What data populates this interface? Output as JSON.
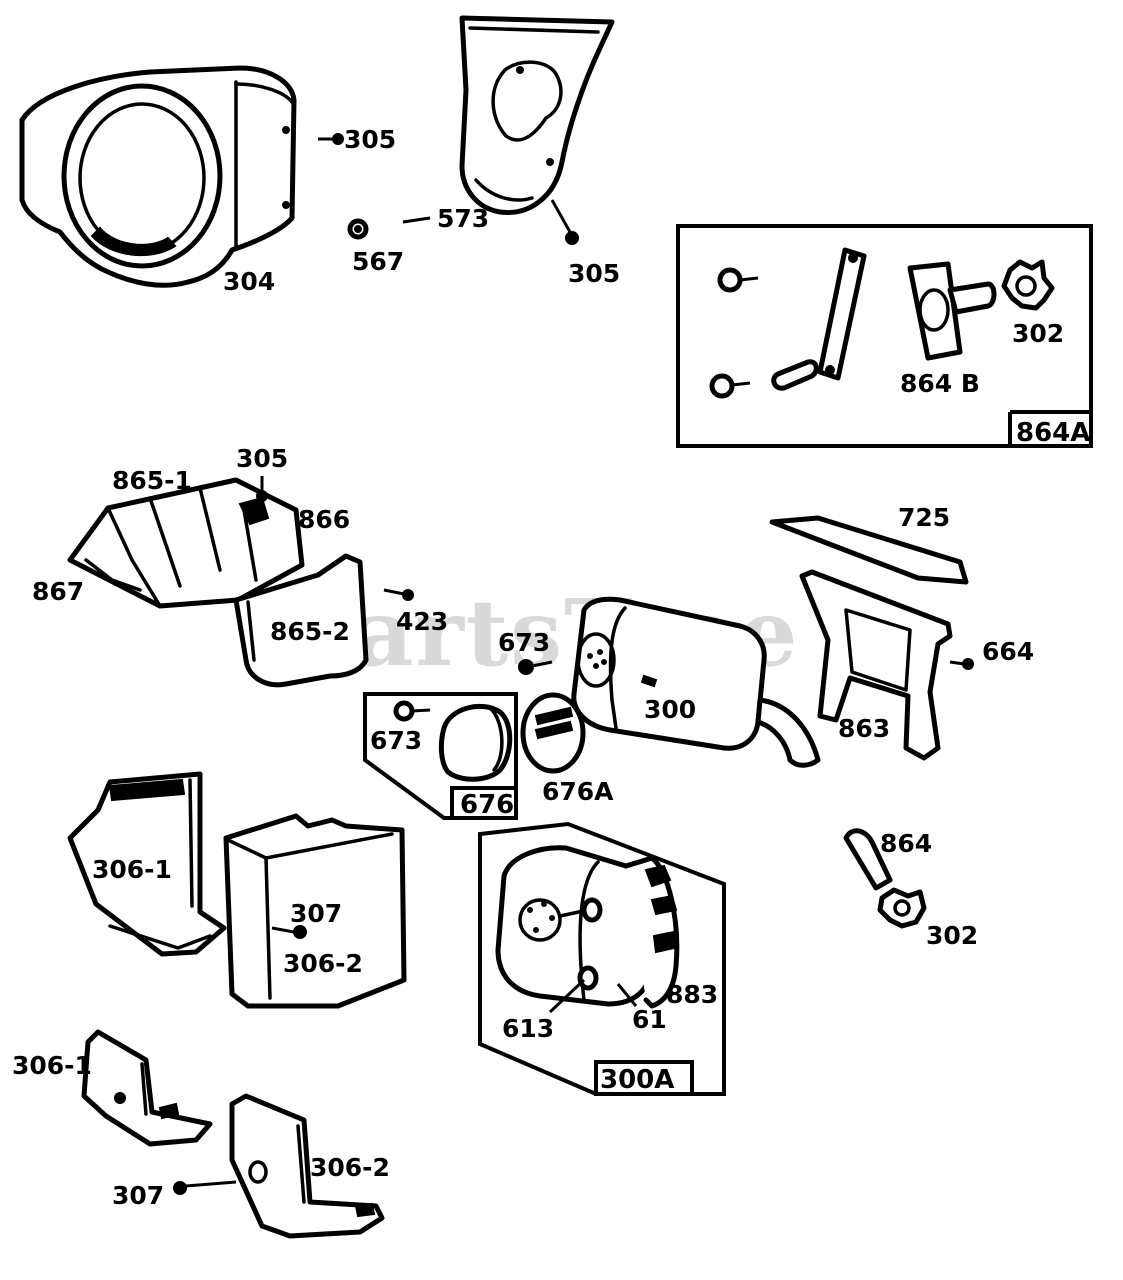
{
  "watermark": {
    "text": "PartsTree",
    "mark": "TM"
  },
  "parts": [
    {
      "id": "p304",
      "number": "304"
    },
    {
      "id": "p305a",
      "number": "305"
    },
    {
      "id": "p573",
      "number": "573"
    },
    {
      "id": "p567",
      "number": "567"
    },
    {
      "id": "p305b",
      "number": "305"
    },
    {
      "id": "p302a",
      "number": "302"
    },
    {
      "id": "p864b",
      "number": "864 B"
    },
    {
      "id": "p864a",
      "number": "864A"
    },
    {
      "id": "p865_1",
      "number": "865-1"
    },
    {
      "id": "p305c",
      "number": "305"
    },
    {
      "id": "p866",
      "number": "866"
    },
    {
      "id": "p867",
      "number": "867"
    },
    {
      "id": "p423",
      "number": "423"
    },
    {
      "id": "p865_2",
      "number": "865-2"
    },
    {
      "id": "p725",
      "number": "725"
    },
    {
      "id": "p673a",
      "number": "673"
    },
    {
      "id": "p300",
      "number": "300"
    },
    {
      "id": "p664",
      "number": "664"
    },
    {
      "id": "p863",
      "number": "863"
    },
    {
      "id": "p673b",
      "number": "673"
    },
    {
      "id": "p676",
      "number": "676"
    },
    {
      "id": "p676a",
      "number": "676A"
    },
    {
      "id": "p864",
      "number": "864"
    },
    {
      "id": "p302b",
      "number": "302"
    },
    {
      "id": "p306_1a",
      "number": "306-1"
    },
    {
      "id": "p307a",
      "number": "307"
    },
    {
      "id": "p306_2a",
      "number": "306-2"
    },
    {
      "id": "p883",
      "number": "883"
    },
    {
      "id": "p613",
      "number": "613"
    },
    {
      "id": "p61",
      "number": "61"
    },
    {
      "id": "p300a",
      "number": "300A"
    },
    {
      "id": "p306_1b",
      "number": "306-1"
    },
    {
      "id": "p306_2b",
      "number": "306-2"
    },
    {
      "id": "p307b",
      "number": "307"
    }
  ]
}
